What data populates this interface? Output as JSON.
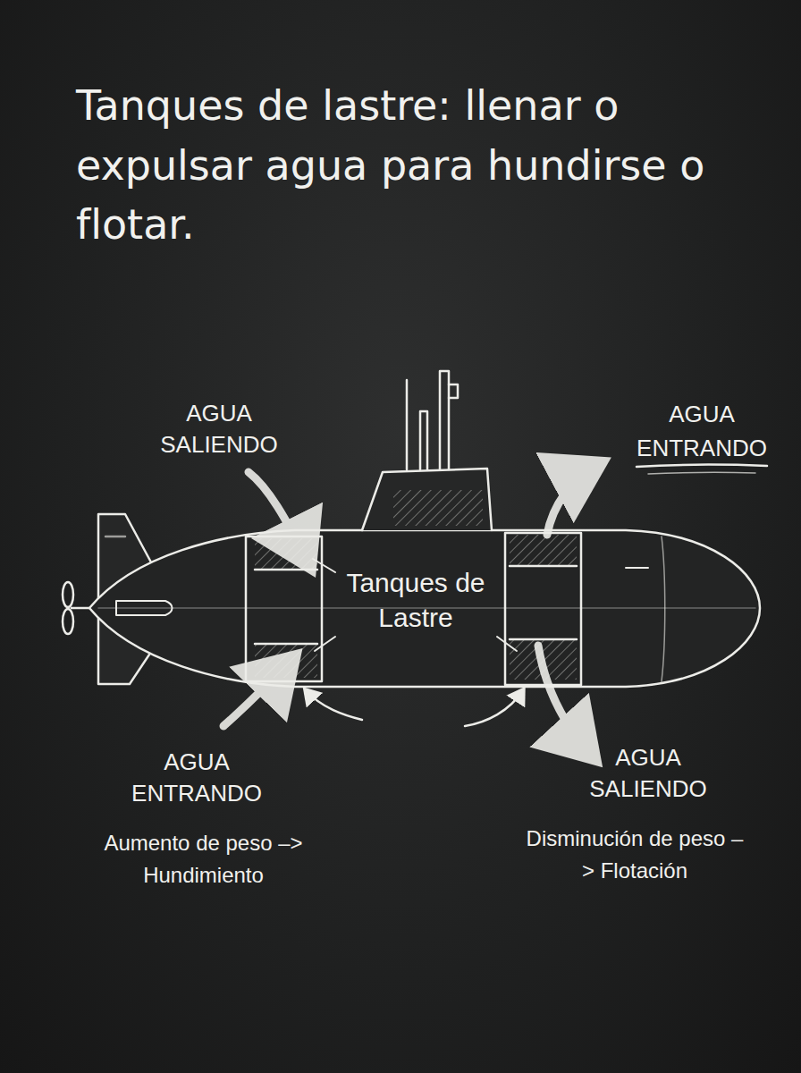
{
  "diagram": {
    "title": "Tanques de lastre: llenar o expulsar agua para hundirse o flotar.",
    "labels": [
      "AGUA SALIENDO",
      "AGUA ENTRANDO",
      "Tanques de Lastre",
      "AGUA ENTRANDO",
      "Aumento de peso –> Hundimiento",
      "AGUA SALIENDO",
      "Disminución de peso –> Flotación"
    ]
  }
}
